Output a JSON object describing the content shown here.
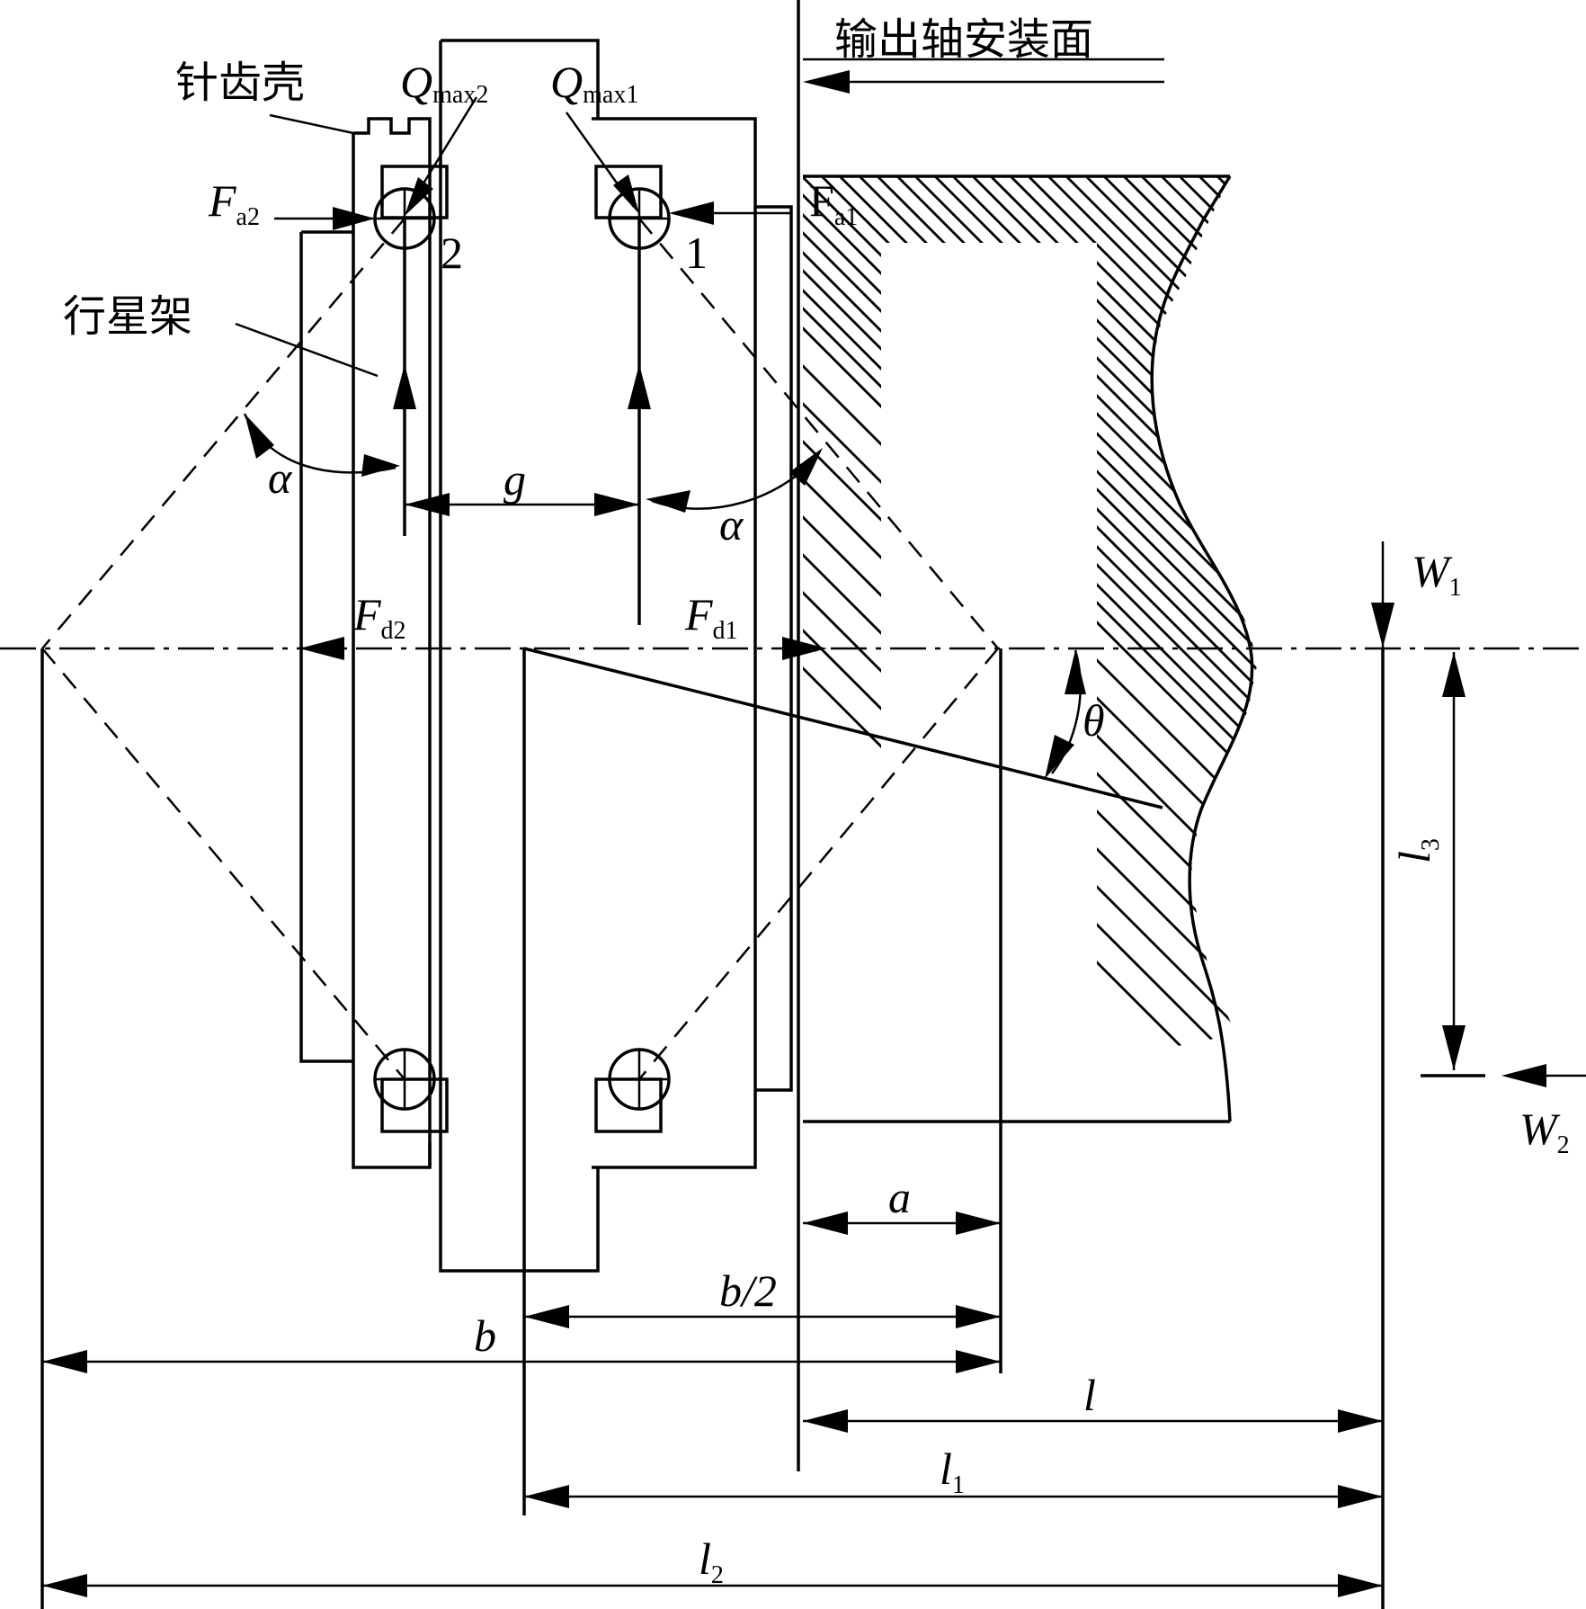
{
  "labels": {
    "needle_housing": "针齿壳",
    "planet_carrier": "行星架",
    "output_shaft_mount": "输出轴安装面"
  },
  "symbols": {
    "q_max2": {
      "main": "Q",
      "sub": "max2"
    },
    "q_max1": {
      "main": "Q",
      "sub": "max1"
    },
    "fa2": {
      "main": "F",
      "sub": "a2"
    },
    "fa1": {
      "main": "F",
      "sub": "a1"
    },
    "fd2": {
      "main": "F",
      "sub": "d2"
    },
    "fd1": {
      "main": "F",
      "sub": "d1"
    },
    "w1": {
      "main": "W",
      "sub": "1"
    },
    "w2": {
      "main": "W",
      "sub": "2"
    },
    "l1": {
      "main": "l",
      "sub": "1"
    },
    "l2": {
      "main": "l",
      "sub": "2"
    },
    "l3": {
      "main": "l",
      "sub": "3"
    },
    "bearing_2": "2",
    "bearing_1": "1",
    "alpha": "α",
    "theta": "θ",
    "g": "g",
    "a": "a",
    "b_half": "b/2",
    "b": "b",
    "l": "l"
  }
}
